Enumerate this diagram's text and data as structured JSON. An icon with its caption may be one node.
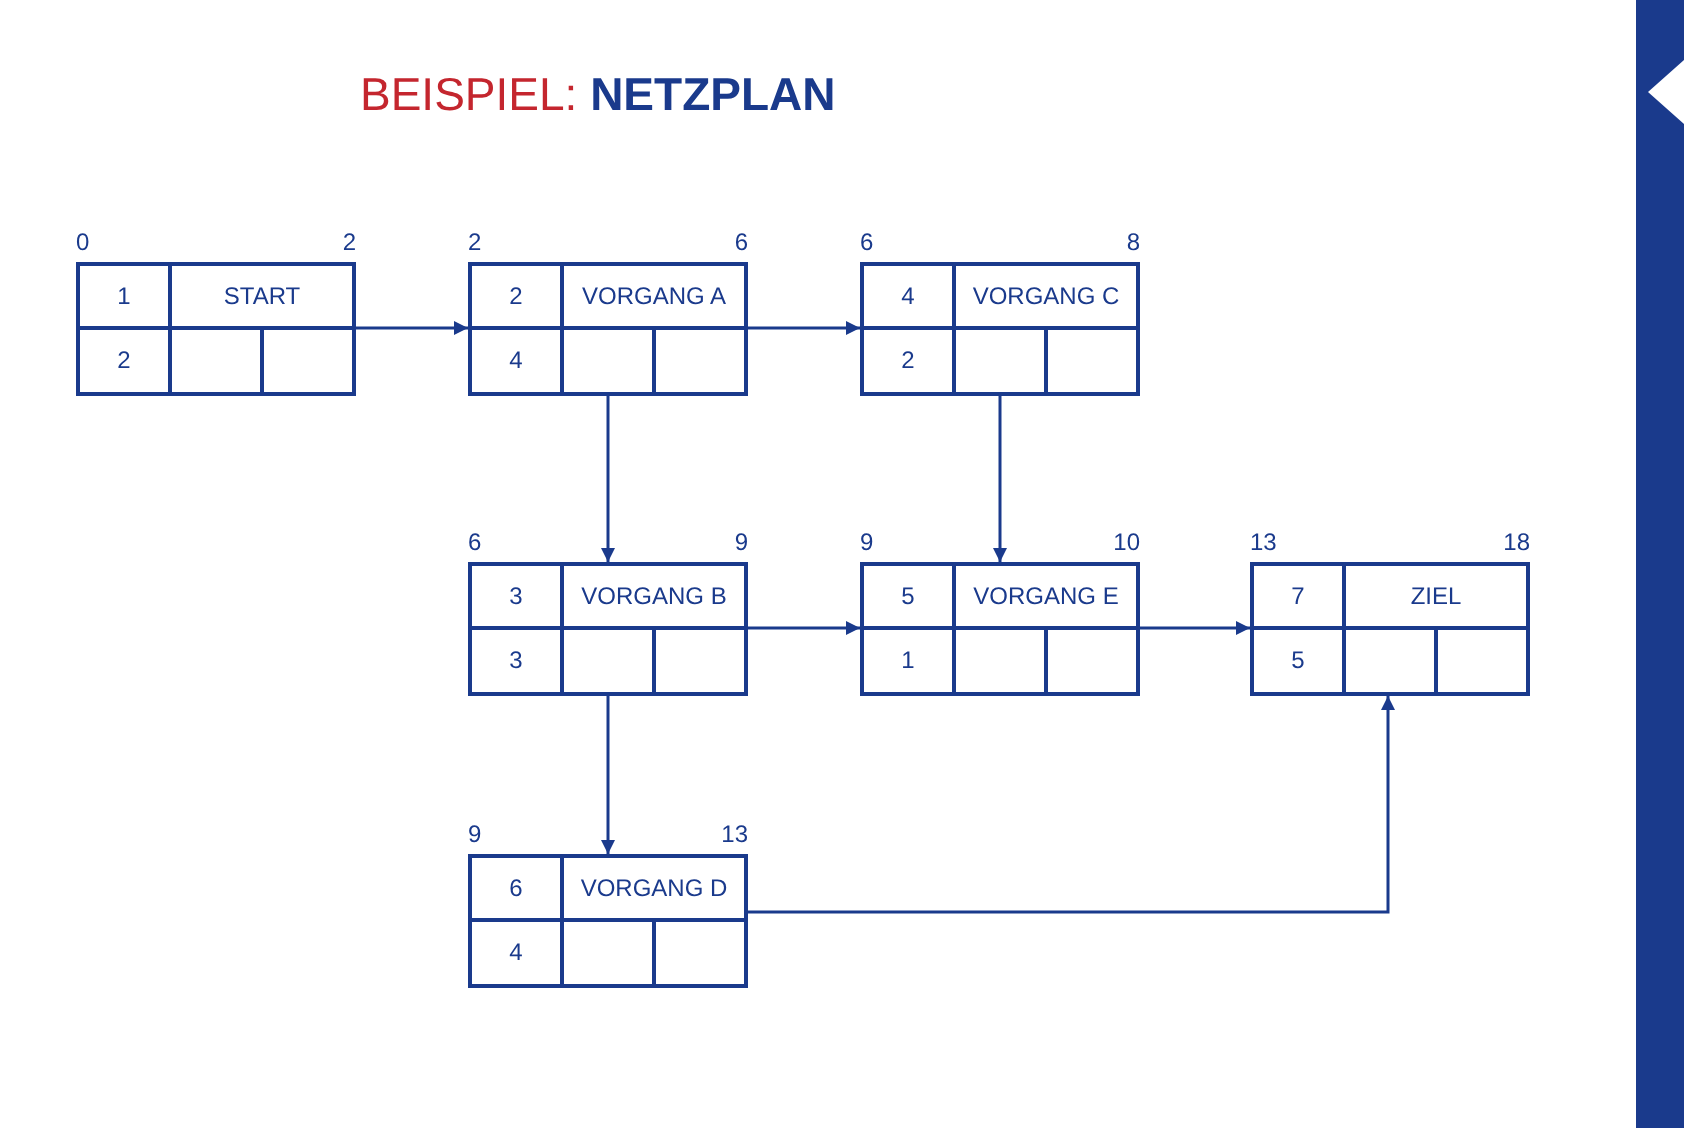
{
  "diagram": {
    "title": "BEISPIEL: **NETZPLAN**",
    "nodes": [
      {
        "text": [
          "1",
          "START",
          "2"
        ],
        "beside": [
          "0",
          "2"
        ]
      },
      {
        "text": [
          "2",
          "VORGANG A",
          "4"
        ],
        "beside": [
          "2",
          "6"
        ]
      },
      {
        "text": [
          "4",
          "VORGANG C",
          "2"
        ],
        "beside": [
          "6",
          "8"
        ]
      },
      {
        "text": [
          "3",
          "VORGANG B",
          "3"
        ],
        "beside": [
          "6",
          "9"
        ]
      },
      {
        "text": [
          "5",
          "VORGANG E",
          "1"
        ],
        "beside": [
          "9",
          "10"
        ]
      },
      {
        "text": [
          "7",
          "ZIEL",
          "5"
        ],
        "beside": [
          "13",
          "18"
        ]
      },
      {
        "text": [
          "6",
          "VORGANG D",
          "4"
        ],
        "beside": [
          "9",
          "13"
        ]
      }
    ],
    "edges": [
      {
        "from": 0,
        "to": 1,
        "arrow": "to"
      },
      {
        "from": 1,
        "to": 2,
        "arrow": "to"
      },
      {
        "from": 1,
        "to": 3,
        "arrow": "to"
      },
      {
        "from": 2,
        "to": 4,
        "arrow": "to"
      },
      {
        "from": 3,
        "to": 4,
        "arrow": "to"
      },
      {
        "from": 4,
        "to": 5,
        "arrow": "to"
      },
      {
        "from": 3,
        "to": 6,
        "arrow": "to"
      },
      {
        "from": 6,
        "to": 5,
        "arrow": "to"
      }
    ]
  }
}
